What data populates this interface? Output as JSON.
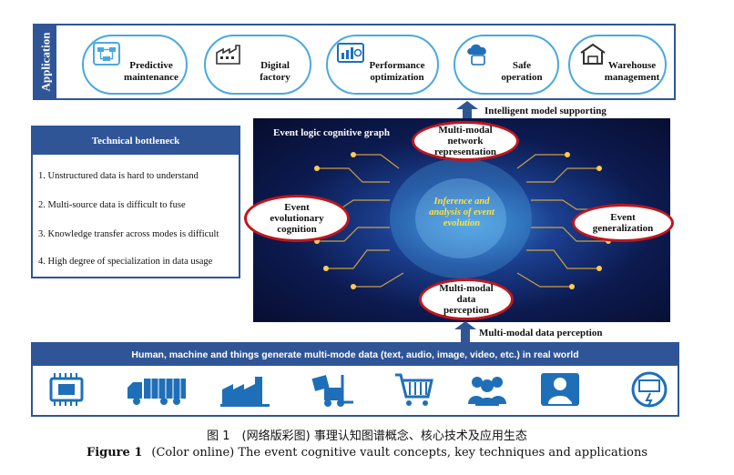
{
  "application": {
    "label": "Application",
    "items": [
      {
        "label": "Predictive\nmaintenance",
        "icon": "flowchart-icon"
      },
      {
        "label": "Digital\nfactory",
        "icon": "factory-icon"
      },
      {
        "label": "Performance\noptimization",
        "icon": "dashboard-icon"
      },
      {
        "label": "Safe\noperation",
        "icon": "cloud-app-icon"
      },
      {
        "label": "Warehouse\nmanagement",
        "icon": "warehouse-icon"
      }
    ]
  },
  "arrows": {
    "top_label": "Intelligent model supporting",
    "bottom_label": "Multi-modal data perception"
  },
  "bottleneck": {
    "title": "Technical bottleneck",
    "items": [
      "1. Unstructured data is hard to understand",
      "2. Multi-source data is difficult to fuse",
      "3. Knowledge transfer across modes is difficult",
      "4. High degree of specialization in data usage"
    ]
  },
  "graph": {
    "title": "Event logic cognitive graph",
    "core": "Inference and\nanalysis of event\nevolution",
    "nodes": {
      "top": "Multi-modal\nnetwork\nrepresentation",
      "left": "Event\nevolutionary\ncognition",
      "right": "Event\ngeneralization",
      "bottom": "Multi-modal\ndata\nperception"
    }
  },
  "real_world": {
    "title": "Human, machine and things generate multi-mode data (text, audio, image, video, etc.) in real world",
    "icons": [
      "chip-icon",
      "truck-icon",
      "factory-icon",
      "forklift-icon",
      "shopping-cart-icon",
      "people-icon",
      "engineer-icon",
      "meter-icon"
    ]
  },
  "caption": {
    "cn": "图 1　(网络版彩图) 事理认知图谱概念、核心技术及应用生态",
    "en_label": "Figure 1",
    "en_text": "(Color online) The event cognitive vault concepts, key techniques and applications"
  },
  "colors": {
    "primary_blue": "#2f5597",
    "light_blue": "#4aa8e0",
    "ellipse_red": "#c0161e",
    "core_yellow": "#ffe23a"
  }
}
